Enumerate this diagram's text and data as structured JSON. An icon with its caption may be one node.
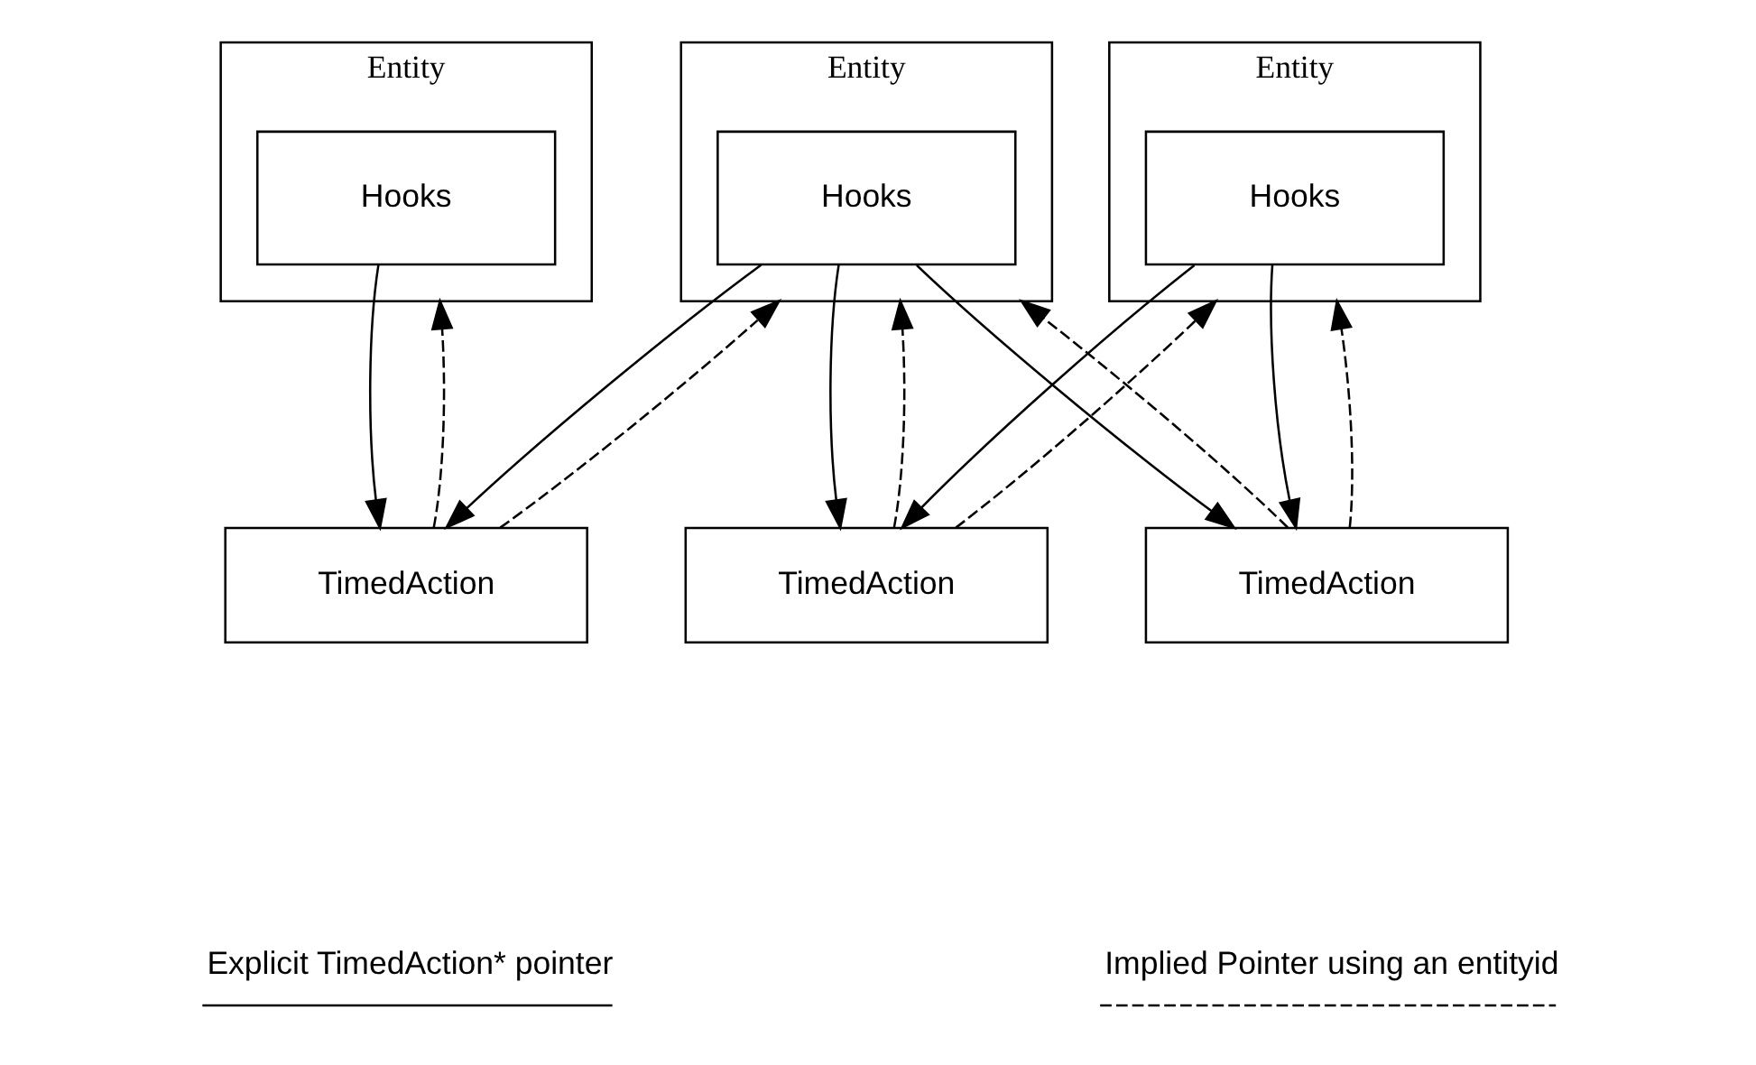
{
  "diagram": {
    "nodes": [
      {
        "text": [
          "Entity"
        ]
      },
      {
        "text": [
          "Hooks"
        ],
        "in": 0
      },
      {
        "text": [
          "Entity"
        ]
      },
      {
        "text": [
          "Hooks"
        ],
        "in": 2
      },
      {
        "text": [
          "Entity"
        ]
      },
      {
        "text": [
          "Hooks"
        ],
        "in": 4
      },
      {
        "text": [
          "TimedAction"
        ]
      },
      {
        "text": [
          "TimedAction"
        ]
      },
      {
        "text": [
          "TimedAction"
        ]
      }
    ],
    "edges": [
      {
        "from": 1,
        "to": 6,
        "arrow": "to"
      },
      {
        "from": 6,
        "to": 0,
        "arrow": "to",
        "style": "dashed"
      },
      {
        "from": 3,
        "to": 6,
        "arrow": "to"
      },
      {
        "from": 6,
        "to": 2,
        "arrow": "to",
        "style": "dashed"
      },
      {
        "from": 3,
        "to": 7,
        "arrow": "to"
      },
      {
        "from": 7,
        "to": 2,
        "arrow": "to",
        "style": "dashed"
      },
      {
        "from": 3,
        "to": 8,
        "arrow": "to"
      },
      {
        "from": 8,
        "to": 2,
        "arrow": "to",
        "style": "dashed"
      },
      {
        "from": 5,
        "to": 7,
        "arrow": "to"
      },
      {
        "from": 7,
        "to": 4,
        "arrow": "to",
        "style": "dashed"
      },
      {
        "from": 5,
        "to": 8,
        "arrow": "to"
      },
      {
        "from": 8,
        "to": 4,
        "arrow": "to",
        "style": "dashed"
      }
    ],
    "legend": [
      {
        "text": "Explicit TimedAction* pointer"
      },
      {
        "text": "Implied Pointer using an entityid"
      }
    ]
  }
}
